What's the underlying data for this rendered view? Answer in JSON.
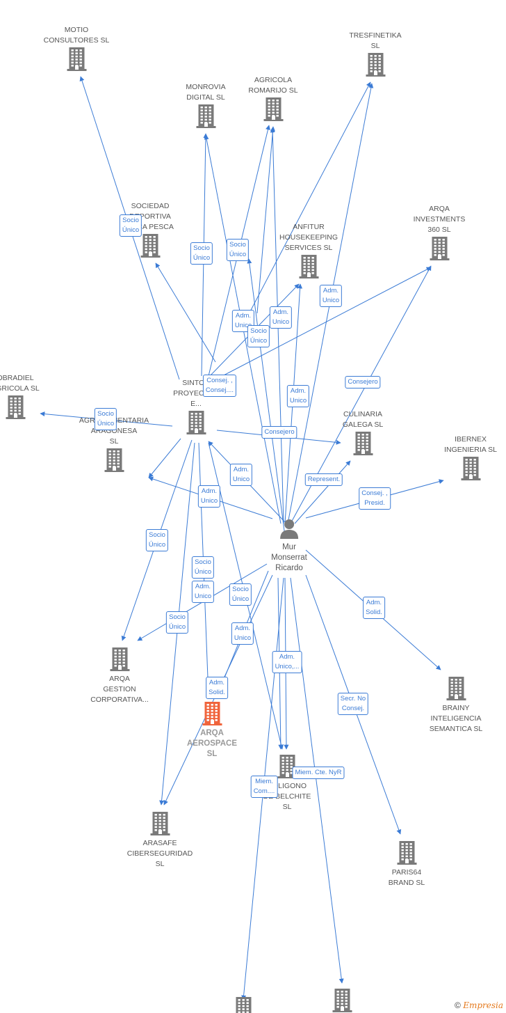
{
  "person": {
    "label": "Mur\nMonserrat\nRicardo"
  },
  "companies": [
    {
      "id": "motio",
      "label": "MOTIO\nCONSULTORES SL"
    },
    {
      "id": "tresfinetika",
      "label": "TRESFINETIKA\nSL"
    },
    {
      "id": "monrovia",
      "label": "MONROVIA\nDIGITAL SL"
    },
    {
      "id": "agricola",
      "label": "AGRICOLA\nROMARIJO SL"
    },
    {
      "id": "sociedad",
      "label": "SOCIEDAD\nDEPORTIVA\nOSCA PESCA"
    },
    {
      "id": "anfitur",
      "label": "ANFITUR\nHOUSEKEEPING\nSERVICES SL"
    },
    {
      "id": "arqa360",
      "label": "ARQA\nINVESTMENTS\n360 SL"
    },
    {
      "id": "obradiel",
      "label": "OBRADIEL\nAGRICOLA SL"
    },
    {
      "id": "sintor",
      "label": "SINTOR\nPROYECTOS\nE..."
    },
    {
      "id": "agroalim",
      "label": "AGROALIMENTARIA\nARAGONESA\nSL"
    },
    {
      "id": "culinaria",
      "label": "CULINARIA\nGALEGA SL"
    },
    {
      "id": "ibernex",
      "label": "IBERNEX\nINGENIERIA SL"
    },
    {
      "id": "arqagestion",
      "label": "ARQA\nGESTION\nCORPORATIVA..."
    },
    {
      "id": "arqaaero",
      "label": "ARQA\nAEROSPACE\nSL"
    },
    {
      "id": "brainy",
      "label": "BRAINY\nINTELIGENCIA\nSEMANTICA SL"
    },
    {
      "id": "poligono",
      "label": "POLIGONO\nDE BELCHITE\nSL"
    },
    {
      "id": "arasafe",
      "label": "ARASAFE\nCIBERSEGURIDAD\nSL"
    },
    {
      "id": "paris64",
      "label": "PARIS64\nBRAND SL"
    },
    {
      "id": "bottom1",
      "label": ""
    },
    {
      "id": "bottom2",
      "label": ""
    }
  ],
  "edge_labels": [
    "Socio\nÚnico",
    "Socio\nÚnico",
    "Socio\nÚnico",
    "Adm.\nUnico",
    "Adm.\nUnico",
    "Adm.\nUnico",
    "Socio\nÚnico",
    "Consej. ,\nConsej....",
    "Consejero",
    "Adm.\nUnico",
    "Socio\nÚnico",
    "Consejero",
    "Adm.\nUnico",
    "Represent.",
    "Adm.\nUnico",
    "Consej. ,\nPresid.",
    "Socio\nÚnico",
    "Socio\nÚnico",
    "Adm.\nUnico",
    "Socio\nÚnico",
    "Socio\nÚnico",
    "Adm.\nUnico",
    "Adm.\nSolid.",
    "Adm.\nSolid.",
    "Adm.\nUnico,...",
    "Secr. No\nConsej.",
    "Miem.\nCom....",
    "Miem. Cte. NyR"
  ],
  "brand": {
    "symbol": "©",
    "name": "Empresia"
  },
  "colors": {
    "edge": "#3b7bd5",
    "building": "#7a7a7a",
    "main_building": "#f0643c",
    "person": "#7a7a7a"
  }
}
